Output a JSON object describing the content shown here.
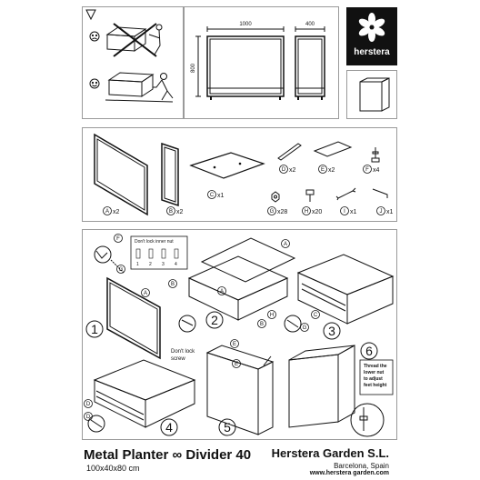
{
  "header": {
    "dim_width": "1000",
    "dim_depth": "400",
    "dim_height": "800",
    "brand": "herstera"
  },
  "parts": [
    {
      "letter": "A",
      "qty": "x2"
    },
    {
      "letter": "B",
      "qty": "x2"
    },
    {
      "letter": "C",
      "qty": "x1"
    },
    {
      "letter": "D",
      "qty": "x2"
    },
    {
      "letter": "E",
      "qty": "x2"
    },
    {
      "letter": "F",
      "qty": "x4"
    },
    {
      "letter": "G",
      "qty": "x28"
    },
    {
      "letter": "H",
      "qty": "x20"
    },
    {
      "letter": "I",
      "qty": "x1"
    },
    {
      "letter": "J",
      "qty": "x1"
    }
  ],
  "steps": {
    "n1": "1",
    "n2": "2",
    "n3": "3",
    "n4": "4",
    "n5": "5",
    "n6": "6",
    "note_lock_inner_nut": "Don't lock inner nut",
    "note_lock_screw_1": "Don't lock",
    "note_lock_screw_2": "screw",
    "note_feet_1": "Thread the",
    "note_feet_2": "lower nut",
    "note_feet_3": "to adjust",
    "note_feet_4": "feet height",
    "seq": [
      "1",
      "2",
      "3",
      "4"
    ]
  },
  "footer": {
    "title": "Metal Planter ∞ Divider 40",
    "dimensions": "100x40x80 cm",
    "company": "Herstera Garden S.L.",
    "city": "Barcelona, Spain",
    "url": "www.herstera garden.com"
  },
  "colors": {
    "line": "#111111",
    "border": "#9a9a9a",
    "logo_bg": "#111111"
  }
}
